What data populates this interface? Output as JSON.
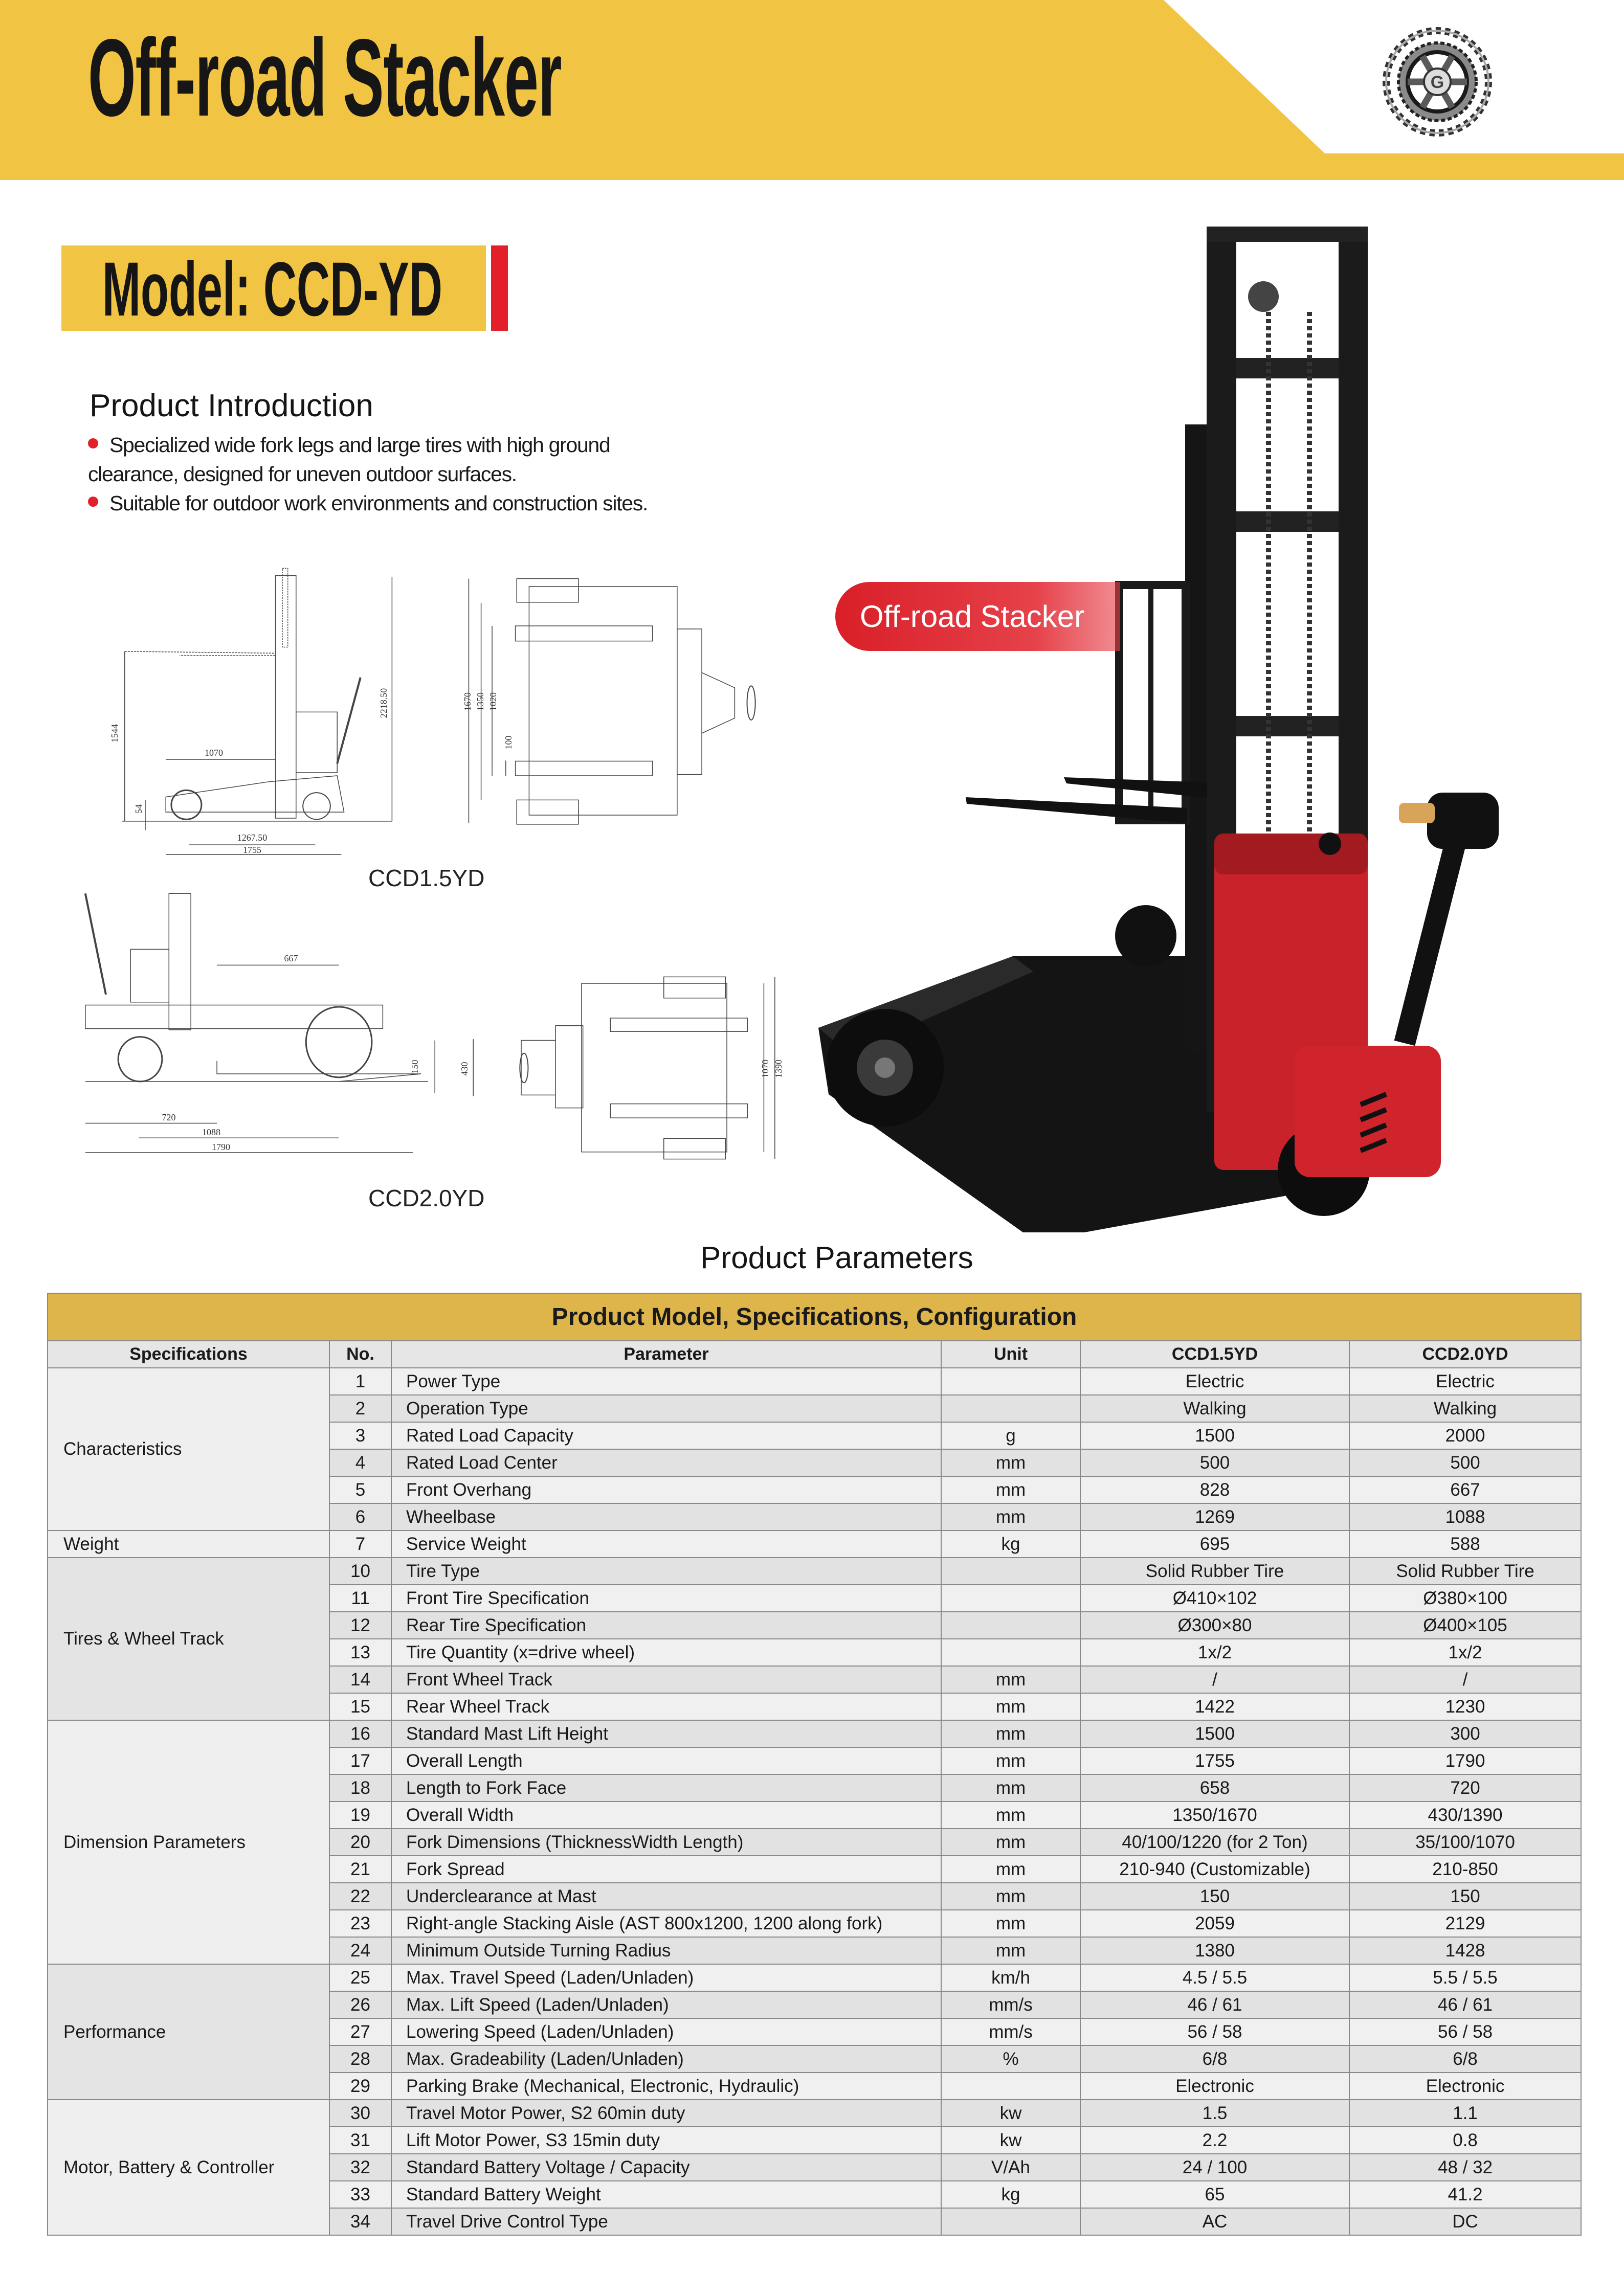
{
  "header": {
    "title": "Off-road Stacker",
    "logo_letter": "G",
    "accent": "#F2C443"
  },
  "model": {
    "label": "Model: CCD-YD"
  },
  "intro": {
    "title": "Product Introduction",
    "bullets": [
      "Specialized wide fork legs and large tires with high ground clearance, designed for uneven outdoor surfaces.",
      "Suitable for outdoor work environments and construction sites."
    ]
  },
  "drawings": {
    "ccd15": {
      "label": "CCD1.5YD",
      "dims": [
        "1544",
        "2218.50",
        "1070",
        "54",
        "1267.50",
        "1755",
        "1670",
        "1350",
        "1020",
        "100"
      ]
    },
    "ccd20": {
      "label": "CCD2.0YD",
      "dims": [
        "667",
        "150",
        "720",
        "1088",
        "1790",
        "430",
        "1070",
        "1390"
      ]
    }
  },
  "photo": {
    "badge": "Off-road Stacker"
  },
  "params": {
    "title": "Product Parameters",
    "table_title": "Product Model, Specifications, Configuration",
    "columns": [
      "Specifications",
      "No.",
      "Parameter",
      "Unit",
      "CCD1.5YD",
      "CCD2.0YD"
    ],
    "groups": [
      {
        "name": "Characteristics",
        "rows": [
          [
            "1",
            "Power Type",
            "",
            "Electric",
            "Electric"
          ],
          [
            "2",
            "Operation Type",
            "",
            "Walking",
            "Walking"
          ],
          [
            "3",
            "Rated Load Capacity",
            "g",
            "1500",
            "2000"
          ],
          [
            "4",
            "Rated Load Center",
            "mm",
            "500",
            "500"
          ],
          [
            "5",
            "Front Overhang",
            "mm",
            "828",
            "667"
          ],
          [
            "6",
            "Wheelbase",
            "mm",
            "1269",
            "1088"
          ]
        ]
      },
      {
        "name": "Weight",
        "rows": [
          [
            "7",
            "Service Weight",
            "kg",
            "695",
            "588"
          ]
        ]
      },
      {
        "name": "Tires & Wheel Track",
        "rows": [
          [
            "10",
            "Tire Type",
            "",
            "Solid Rubber Tire",
            "Solid Rubber Tire"
          ],
          [
            "11",
            "Front Tire Specification",
            "",
            "Ø410×102",
            "Ø380×100"
          ],
          [
            "12",
            "Rear Tire Specification",
            "",
            "Ø300×80",
            "Ø400×105"
          ],
          [
            "13",
            "Tire Quantity (x=drive wheel)",
            "",
            "1x/2",
            "1x/2"
          ],
          [
            "14",
            "Front Wheel Track",
            "mm",
            "/",
            "/"
          ],
          [
            "15",
            "Rear Wheel Track",
            "mm",
            "1422",
            "1230"
          ]
        ]
      },
      {
        "name": "Dimension Parameters",
        "rows": [
          [
            "16",
            "Standard Mast Lift Height",
            "mm",
            "1500",
            "300"
          ],
          [
            "17",
            "Overall Length",
            "mm",
            "1755",
            "1790"
          ],
          [
            "18",
            "Length to Fork Face",
            "mm",
            "658",
            "720"
          ],
          [
            "19",
            "Overall Width",
            "mm",
            "1350/1670",
            "430/1390"
          ],
          [
            "20",
            "Fork Dimensions (ThicknessWidth Length)",
            "mm",
            "40/100/1220 (for 2 Ton)",
            "35/100/1070"
          ],
          [
            "21",
            "Fork Spread",
            "mm",
            "210-940 (Customizable)",
            "210-850"
          ],
          [
            "22",
            "Underclearance at Mast",
            "mm",
            "150",
            "150"
          ],
          [
            "23",
            "Right-angle Stacking Aisle (AST 800x1200, 1200 along fork)",
            "mm",
            "2059",
            "2129"
          ],
          [
            "24",
            "Minimum Outside Turning Radius",
            "mm",
            "1380",
            "1428"
          ]
        ]
      },
      {
        "name": "Performance",
        "rows": [
          [
            "25",
            "Max. Travel Speed (Laden/Unladen)",
            "km/h",
            "4.5 / 5.5",
            "5.5 / 5.5"
          ],
          [
            "26",
            "Max. Lift Speed (Laden/Unladen)",
            "mm/s",
            "46 / 61",
            "46 / 61"
          ],
          [
            "27",
            "Lowering Speed (Laden/Unladen)",
            "mm/s",
            "56 / 58",
            "56 / 58"
          ],
          [
            "28",
            "Max. Gradeability (Laden/Unladen)",
            "%",
            "6/8",
            "6/8"
          ],
          [
            "29",
            "Parking Brake (Mechanical, Electronic, Hydraulic)",
            "",
            "Electronic",
            "Electronic"
          ]
        ]
      },
      {
        "name": "Motor, Battery & Controller",
        "rows": [
          [
            "30",
            "Travel Motor Power, S2 60min duty",
            "kw",
            "1.5",
            "1.1"
          ],
          [
            "31",
            "Lift Motor Power, S3 15min duty",
            "kw",
            "2.2",
            "0.8"
          ],
          [
            "32",
            "Standard Battery Voltage / Capacity",
            "V/Ah",
            "24 / 100",
            "48 / 32"
          ],
          [
            "33",
            "Standard Battery Weight",
            "kg",
            "65",
            "41.2"
          ],
          [
            "34",
            "Travel Drive Control Type",
            "",
            "AC",
            "DC"
          ]
        ]
      }
    ]
  }
}
